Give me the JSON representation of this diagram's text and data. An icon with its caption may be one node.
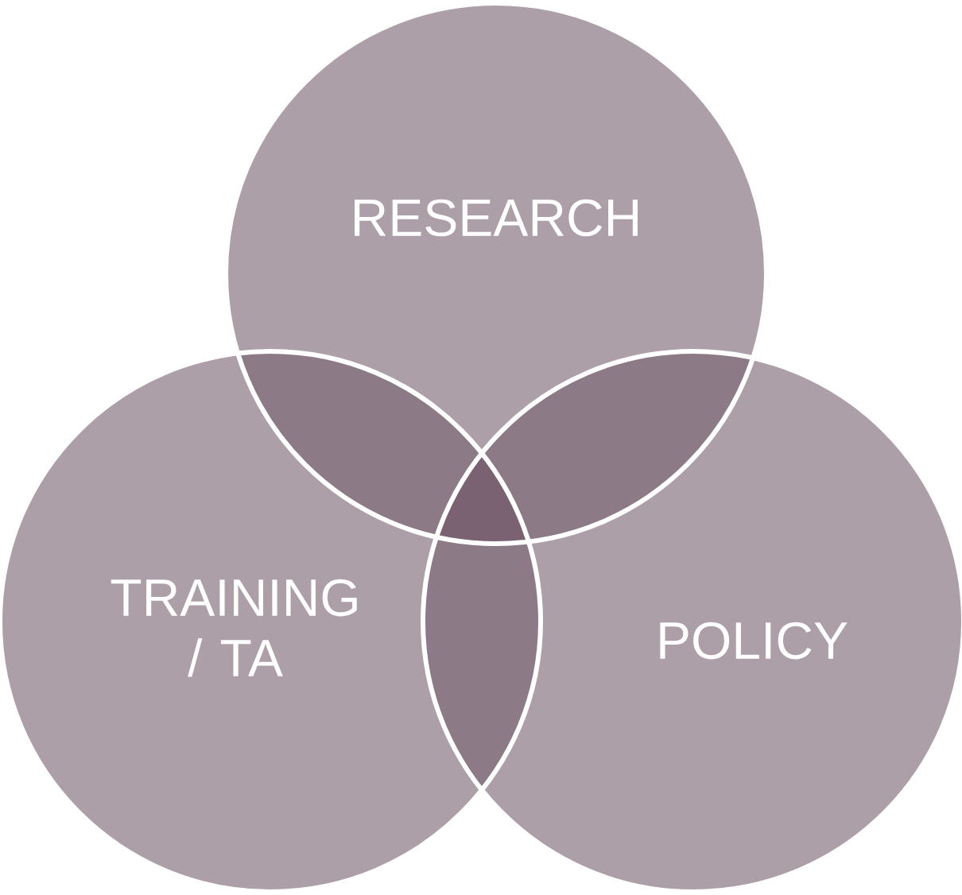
{
  "diagram": {
    "nodes": [
      {
        "text": [
          "RESEARCH"
        ]
      },
      {
        "text": [
          "TRAINING / TA"
        ]
      },
      {
        "text": [
          "POLICY"
        ]
      }
    ]
  }
}
